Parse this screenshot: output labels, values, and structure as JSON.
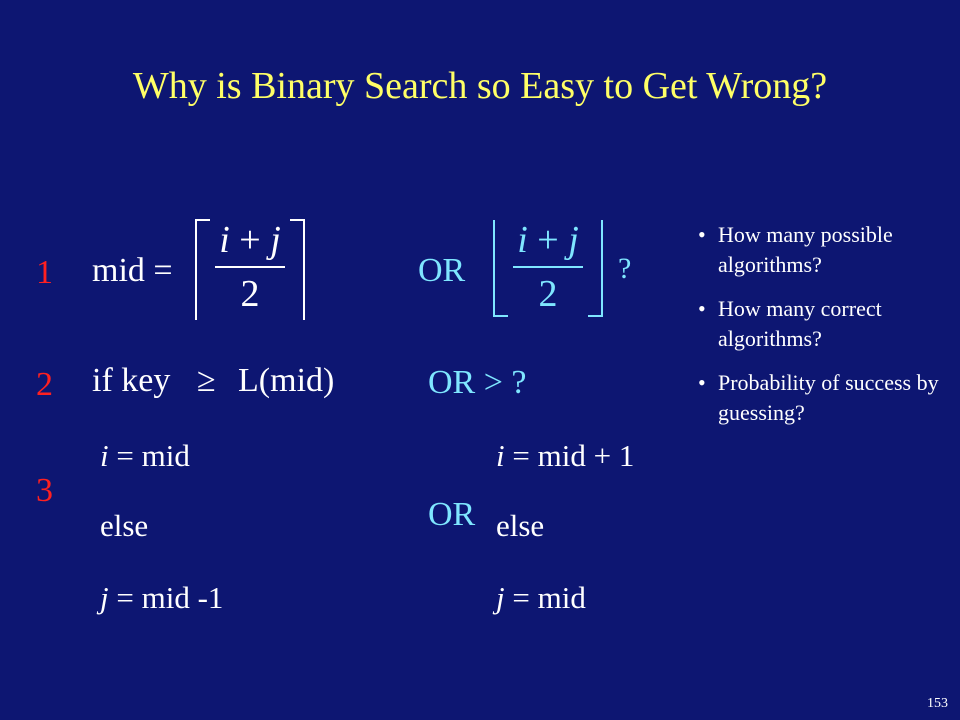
{
  "slide": {
    "title": "Why is Binary Search so Easy to Get Wrong?",
    "page_number": "153"
  },
  "steps": {
    "one": "1",
    "two": "2",
    "three": "3"
  },
  "line1": {
    "lhs": "mid",
    "equals": "=",
    "numerator_i": "i",
    "numerator_plus": "+",
    "numerator_j": "j",
    "denominator": "2",
    "or_label": "OR",
    "question": "?"
  },
  "line2": {
    "condition_if_key": "if key",
    "condition_op": "≥",
    "condition_rhs": "L(mid)",
    "alternative": "OR > ?"
  },
  "branch_a": {
    "assign_i": "= mid",
    "else": "else",
    "assign_j": "= mid -1",
    "var_i": "i",
    "var_j": "j"
  },
  "branch_b": {
    "or_label": "OR",
    "assign_i": "= mid + 1",
    "else": "else",
    "assign_j": "= mid",
    "var_i": "i",
    "var_j": "j"
  },
  "bullets": [
    "How many possible algorithms?",
    "How many correct algorithms?",
    "Probability of success by guessing?"
  ],
  "colors": {
    "background": "#0d1672",
    "title": "#ffff66",
    "step_numbers": "#ff2020",
    "alternative_math": "#7fe6ff"
  }
}
